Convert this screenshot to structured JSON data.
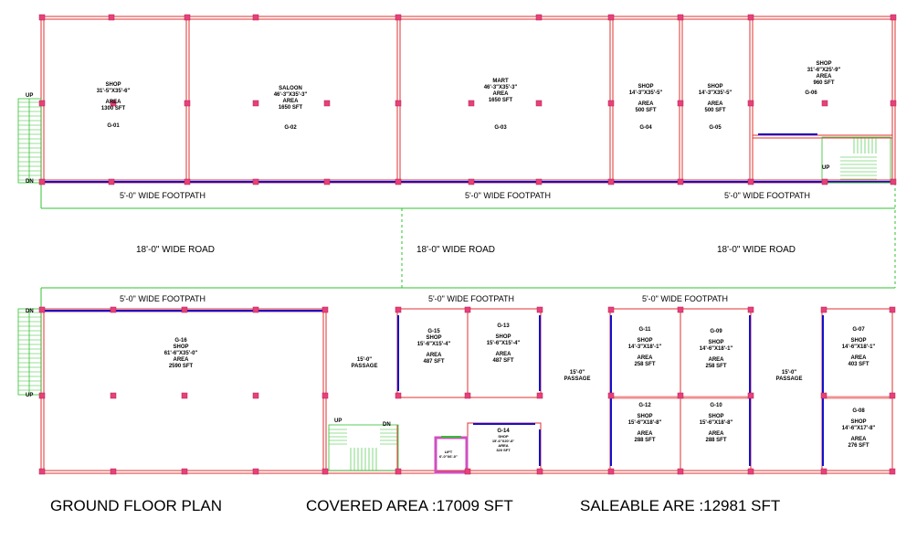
{
  "drawing": {
    "title": "GROUND FLOOR PLAN",
    "covered_area": "COVERED AREA :17009 SFT",
    "saleable_area": "SALEABLE ARE :12981 SFT"
  },
  "colors": {
    "wall": "#e03030",
    "glass": "#1010d0",
    "stair": "#30c030",
    "column": "#e8407a",
    "lift": "#d050c0"
  },
  "footpaths": [
    "5'-0\" WIDE FOOTPATH",
    "5'-0\" WIDE FOOTPATH",
    "5'-0\" WIDE FOOTPATH",
    "5'-0\" WIDE FOOTPATH",
    "5'-0\" WIDE FOOTPATH",
    "5'-0\" WIDE FOOTPATH"
  ],
  "roads": [
    "18'-0\" WIDE ROAD",
    "18'-0\" WIDE ROAD",
    "18'-0\" WIDE ROAD"
  ],
  "passages": [
    {
      "width": "15'-0\"",
      "label": "PASSAGE"
    },
    {
      "width": "15'-0\"",
      "label": "PASSAGE"
    },
    {
      "width": "15'-0\"",
      "label": "PASSAGE"
    }
  ],
  "stairs": {
    "up": "UP",
    "dn": "DN"
  },
  "lift": {
    "label": "LIFT",
    "size": "6'-0\"X6'-0\""
  },
  "rooms": [
    {
      "id": "G-01",
      "type": "SHOP",
      "size": "31'-5\"X35'-6\"",
      "area_label": "AREA",
      "area": "1300 SFT"
    },
    {
      "id": "G-02",
      "type": "SALOON",
      "size": "46'-3\"X35'-3\"",
      "area_label": "AREA",
      "area": "1650 SFT"
    },
    {
      "id": "G-03",
      "type": "MART",
      "size": "46'-3\"X35'-3\"",
      "area_label": "AREA",
      "area": "1650 SFT"
    },
    {
      "id": "G-04",
      "type": "SHOP",
      "size": "14'-3\"X35'-5\"",
      "area_label": "AREA",
      "area": "500 SFT"
    },
    {
      "id": "G-05",
      "type": "SHOP",
      "size": "14'-3\"X35'-5\"",
      "area_label": "AREA",
      "area": "500 SFT"
    },
    {
      "id": "G-06",
      "type": "SHOP",
      "size": "31'-6\"X25'-9\"",
      "area_label": "AREA",
      "area": "960 SFT"
    },
    {
      "id": "G-16",
      "type": "SHOP",
      "size": "61'-6\"X35'-0\"",
      "area_label": "AREA",
      "area": "2590 SFT"
    },
    {
      "id": "G-15",
      "type": "SHOP",
      "size": "15'-6\"X15'-4\"",
      "area_label": "AREA",
      "area": "487 SFT"
    },
    {
      "id": "G-13",
      "type": "SHOP",
      "size": "15'-6\"X15'-4\"",
      "area_label": "AREA",
      "area": "487 SFT"
    },
    {
      "id": "G-14",
      "type": "SHOP",
      "size": "15'-6\"X20'-8\"",
      "area_label": "AREA",
      "area": "320 SFT"
    },
    {
      "id": "G-11",
      "type": "SHOP",
      "size": "14'-3\"X18'-1\"",
      "area_label": "AREA",
      "area": "258 SFT"
    },
    {
      "id": "G-09",
      "type": "SHOP",
      "size": "14'-6\"X18'-1\"",
      "area_label": "AREA",
      "area": "258 SFT"
    },
    {
      "id": "G-12",
      "type": "SHOP",
      "size": "15'-6\"X18'-8\"",
      "area_label": "AREA",
      "area": "288 SFT"
    },
    {
      "id": "G-10",
      "type": "SHOP",
      "size": "15'-6\"X18'-8\"",
      "area_label": "AREA",
      "area": "288 SFT"
    },
    {
      "id": "G-07",
      "type": "SHOP",
      "size": "14'-6\"X18'-1\"",
      "area_label": "AREA",
      "area": "403 SFT"
    },
    {
      "id": "G-08",
      "type": "SHOP",
      "size": "14'-6\"X17'-8\"",
      "area_label": "AREA",
      "area": "276 SFT"
    }
  ]
}
